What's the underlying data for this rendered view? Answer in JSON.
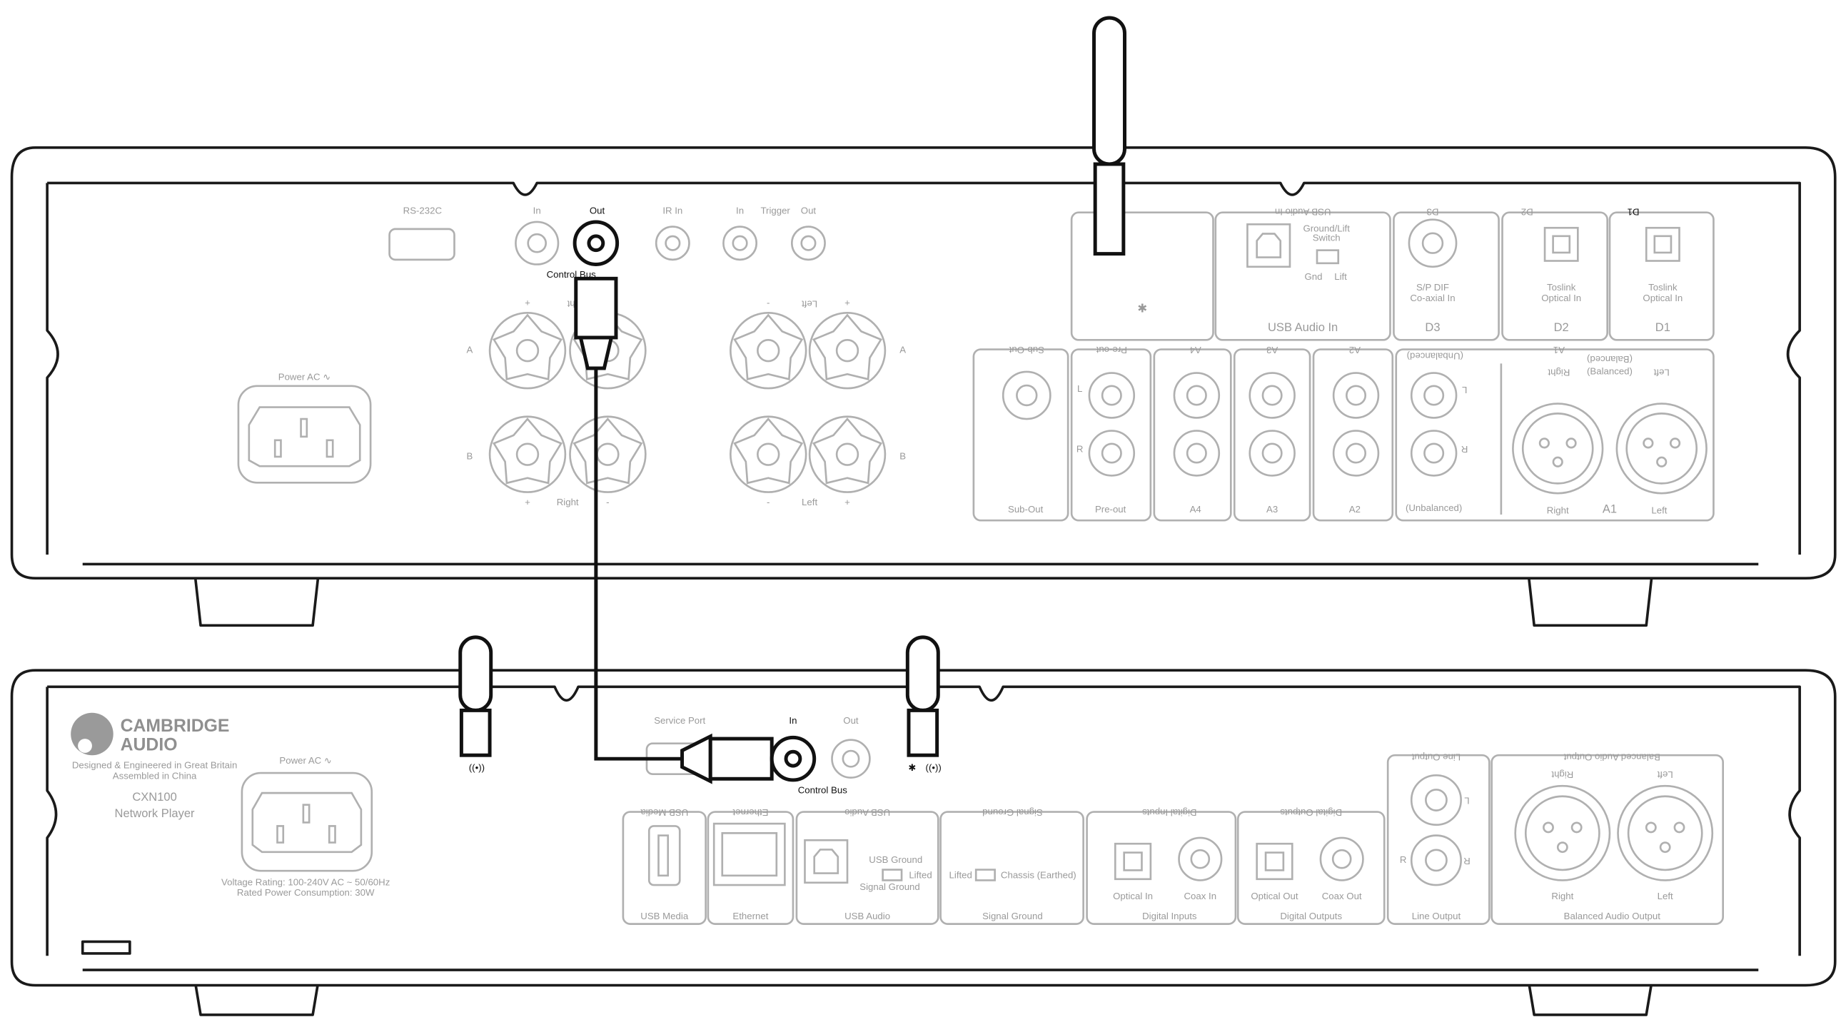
{
  "amplifier": {
    "rs232": "RS-232C",
    "control_bus_in": "In",
    "control_bus_out": "Out",
    "control_bus_label": "Control Bus",
    "ir_in": "IR In",
    "trigger": "Trigger",
    "trigger_in": "In",
    "trigger_out": "Out",
    "power_ac": "Power AC ∿",
    "speakers": {
      "a": "A",
      "b": "B",
      "plus": "+",
      "minus": "-",
      "right": "Right",
      "left": "Left"
    },
    "usb_audio_in": {
      "header": "USB Audio In",
      "switch_title": "Ground/Lift",
      "switch_sub": "Switch",
      "gnd": "Gnd",
      "lift": "Lift",
      "label": "USB Audio In"
    },
    "d3": {
      "header": "D3",
      "line1": "S/P DIF",
      "line2": "Co-axial In",
      "label": "D3"
    },
    "d2": {
      "header": "D2",
      "line1": "Toslink",
      "line2": "Optical In",
      "label": "D2"
    },
    "d1": {
      "header": "D1",
      "line1": "Toslink",
      "line2": "Optical In",
      "label": "D1"
    },
    "sub_out": {
      "header": "Sub-Out",
      "label": "Sub-Out"
    },
    "pre_out": {
      "header": "Pre-out",
      "label": "Pre-out",
      "l": "L",
      "r": "R"
    },
    "a4": {
      "header": "A4",
      "label": "A4"
    },
    "a3": {
      "header": "A3",
      "label": "A3"
    },
    "a2": {
      "header": "A2",
      "label": "A2"
    },
    "a1": {
      "header": "A1",
      "unbalanced_top": "(Unbalanced)",
      "unbalanced": "(Unbalanced)",
      "balanced_top": "(Balanced)",
      "balanced": "(Balanced)",
      "right_top": "Right",
      "left_top": "Left",
      "right": "Right",
      "left": "Left",
      "label": "A1",
      "l": "L",
      "r": "R"
    }
  },
  "network_player": {
    "brand_line1": "CAMBRIDGE",
    "brand_line2": "AUDIO",
    "designed": "Designed & Engineered in Great Britain",
    "assembled": "Assembled in China",
    "model": "CXN100",
    "model_desc": "Network Player",
    "power_ac": "Power AC ∿",
    "voltage": "Voltage Rating: 100-240V AC ~ 50/60Hz",
    "power_consumption": "Rated Power Consumption: 30W",
    "service_port": "Service Port",
    "control_bus_in": "In",
    "control_bus_out": "Out",
    "control_bus_label": "Control Bus",
    "usb_media": {
      "header": "USB Media",
      "label": "USB Media"
    },
    "ethernet": {
      "header": "Ethernet",
      "label": "Ethernet"
    },
    "usb_audio": {
      "header": "USB Audio",
      "usb_ground": "USB Ground",
      "lifted": "Lifted",
      "signal_ground": "Signal Ground",
      "label": "USB Audio"
    },
    "signal_ground": {
      "header": "Signal Ground",
      "lifted": "Lifted",
      "chassis": "Chassis (Earthed)",
      "label": "Signal Ground"
    },
    "digital_inputs": {
      "header": "Digital Inputs",
      "optical": "Optical In",
      "coax": "Coax In",
      "label": "Digital Inputs"
    },
    "digital_outputs": {
      "header": "Digital Outputs",
      "optical": "Optical Out",
      "coax": "Coax Out",
      "label": "Digital Outputs"
    },
    "line_output": {
      "header": "Line Output",
      "l": "L",
      "r": "R",
      "label": "Line Output"
    },
    "balanced_output": {
      "header": "Balanced Audio Output",
      "right_top": "Right",
      "left_top": "Left",
      "right": "Right",
      "left": "Left",
      "label": "Balanced Audio Output"
    }
  }
}
